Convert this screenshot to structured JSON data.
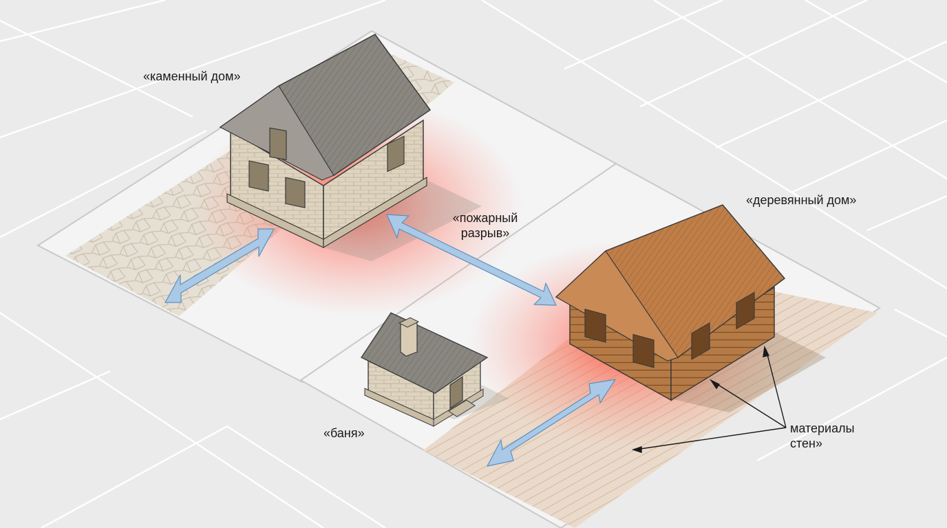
{
  "labels": {
    "stone_house": "«каменный дом»",
    "fire_gap_line1": "«пожарный",
    "fire_gap_line2": "разрыв»",
    "wooden_house": "«деревянный дом»",
    "bathhouse": "«баня»",
    "wall_materials_line1": "материалы",
    "wall_materials_line2": "стен»"
  },
  "colors": {
    "ground": "#ebebeb",
    "grid_line": "#ffffff",
    "plot_border": "#f7f7f7",
    "stone_paving": "#e4ddd1",
    "wood_deck": "#e8d6c2",
    "fire_glow": "#ff4a3a",
    "arrow": "#a9c9e6",
    "arrow_outline": "#5d8fbf",
    "stone_wall": "#ddd3bf",
    "stone_roof": "#8a8680",
    "wood_wall": "#b47a44",
    "wood_roof": "#bf7e48",
    "outline": "#3a3a3a"
  }
}
